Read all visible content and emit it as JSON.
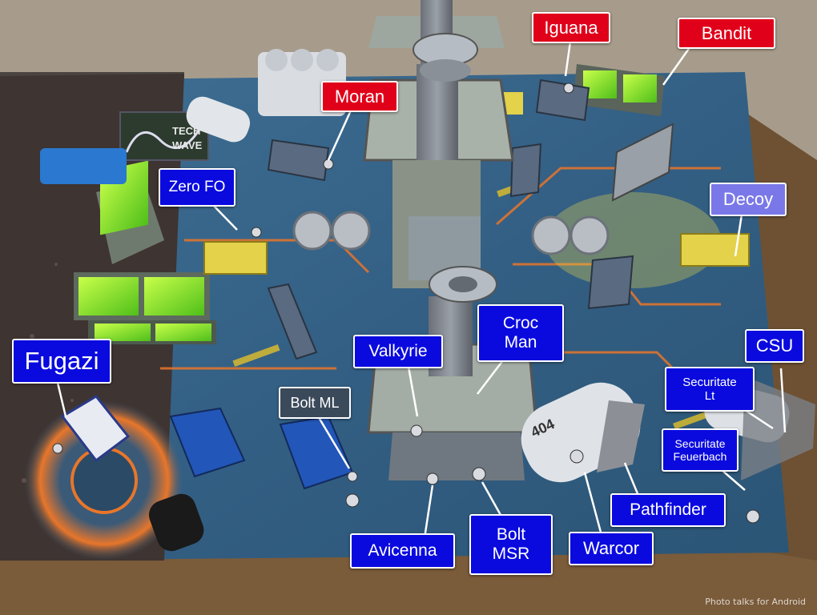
{
  "colors": {
    "friendly": "#0a0adf",
    "enemy": "#e0001a",
    "decoy": "#7a78e8",
    "neutral": "#3b4a5a"
  },
  "callouts": {
    "iguana": "Iguana",
    "bandit": "Bandit",
    "moran": "Moran",
    "zero_fo": "Zero FO",
    "decoy": "Decoy",
    "fugazi": "Fugazi",
    "valkyrie": "Valkyrie",
    "croc_man": [
      "Croc",
      "Man"
    ],
    "csu": "CSU",
    "bolt_ml": "Bolt ML",
    "securitate_lt": [
      "Securitate",
      "Lt"
    ],
    "securitate_feuerbach": [
      "Securitate",
      "Feuerbach"
    ],
    "pathfinder": "Pathfinder",
    "avicenna": "Avicenna",
    "bolt_msr": [
      "Bolt",
      "MSR"
    ],
    "warcor": "Warcor"
  },
  "scenery_text": {
    "sign": [
      "TECH",
      "WAVE"
    ],
    "tank_number": "404"
  },
  "watermark": "Photo talks for Android"
}
